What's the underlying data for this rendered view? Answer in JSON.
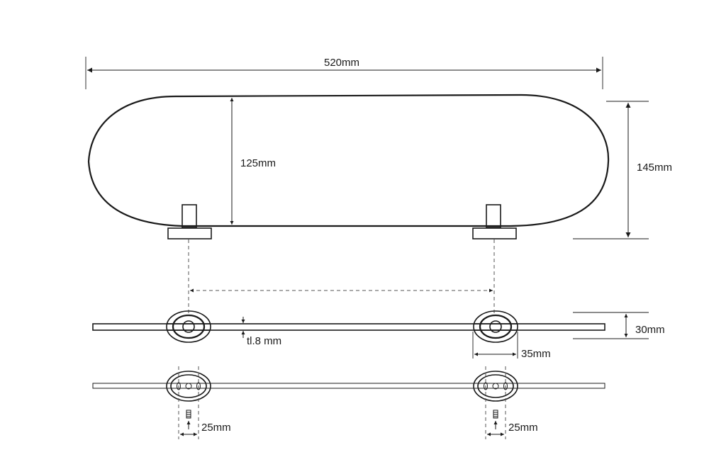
{
  "dimensions": {
    "overall_width": "520mm",
    "shelf_depth": "125mm",
    "overall_depth": "145mm",
    "glass_thickness": "tl.8 mm",
    "bracket_height": "30mm",
    "bracket_width": "35mm",
    "fixing_left": "25mm",
    "fixing_right": "25mm"
  },
  "colors": {
    "line": "#1a1a1a",
    "background": "#ffffff"
  }
}
